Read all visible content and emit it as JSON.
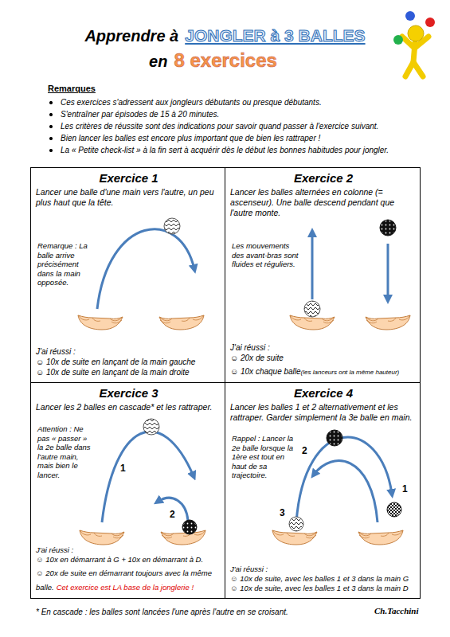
{
  "diagram": {
    "nodes": [
      {
        "text": [
          "Exercice 1",
          "Lancer une balle d'une main vers l'autre, un peu plus haut que la tête.",
          "Remarque : La balle arrive précisément dans la main opposée.",
          "J'ai réussi :",
          "☺ 10x de suite en lançant de la main gauche",
          "☺ 10x de suite en lançant de la main droite"
        ]
      },
      {
        "text": [
          "Exercice 2",
          "Lancer les balles alternées en colonne (= ascenseur). Une balle descend pendant que l'autre monte.",
          "Les mouvements des avant-bras sont fluides et réguliers.",
          "J'ai réussi :",
          "☺ 20x de suite",
          "☺ 10x chaque balle",
          "(les lanceurs ont la même hauteur)"
        ]
      },
      {
        "text": [
          "Exercice 3",
          "Lancer les 2 balles en cascade* et les rattraper.",
          "Attention : Ne pas « passer » la 2e balle dans l'autre main, mais bien le lancer.",
          "1",
          "2",
          "J'ai réussi :",
          "☺ 10x en démarrant à G + 10x en démarrant à D.",
          "☺ 20x de suite en démarrant toujours avec la même balle.",
          "Cet exercice est LA base de la jonglerie !"
        ]
      },
      {
        "text": [
          "Exercice 4",
          "Lancer les balles 1 et 2 alternativement et les rattraper. Garder simplement la 3e balle en main.",
          "Rappel : Lancer la 2e balle lorsque la 1ère est tout en haut de sa trajectoire.",
          "2",
          "1",
          "3",
          "J'ai réussi :",
          "☺ 10x de suite, avec les balles 1 et 3 dans la main G",
          "☺ 10x de suite, avec les balles 1 et 3 dans la main D"
        ]
      }
    ],
    "labels": [
      "Apprendre à",
      "JONGLER à 3 BALLES",
      "en",
      "8 exercices",
      "Remarques",
      "Ces exercices s'adressent aux jongleurs débutants ou presque débutants.",
      "S'entraîner par épisodes de 15 à 20 minutes.",
      "Les critères de réussite sont des indications pour savoir quand passer à l'exercice suivant.",
      "Bien lancer les balles est encore plus important que de bien les rattraper !",
      "La « Petite check-list » à la fin sert à acquérir dès le début les bonnes habitudes pour jongler.",
      "* En cascade : les balles sont lancées l'une après l'autre en se croisant.",
      "Ch.Tacchini"
    ]
  }
}
